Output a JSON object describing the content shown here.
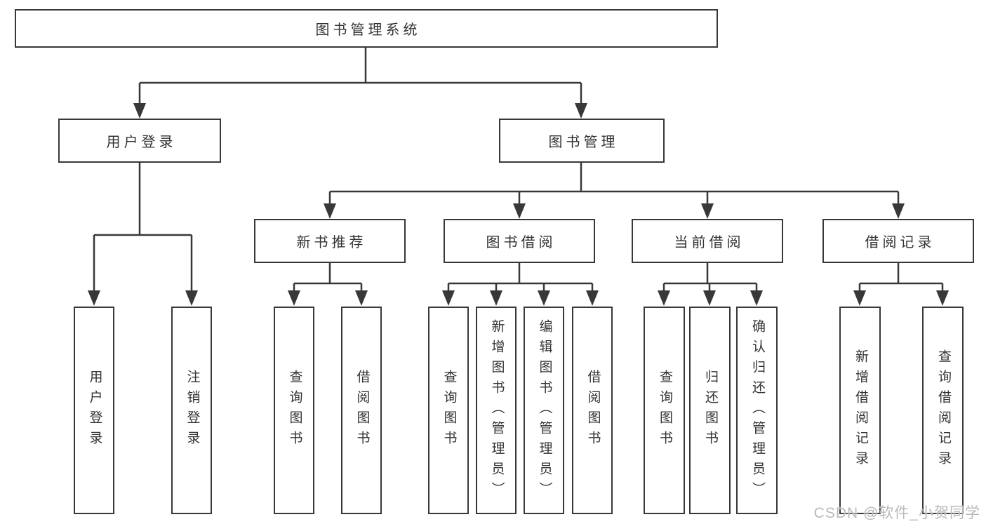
{
  "watermark": "CSDN @软件_小贺同学",
  "colors": {
    "line": "#383838",
    "text": "#333333",
    "watermark": "#b9b9b9",
    "background": "#ffffff"
  },
  "diagram": {
    "type": "hierarchy-flowchart",
    "root": {
      "label": "图书管理系统"
    },
    "user_branch": {
      "label": "用户登录",
      "children": [
        {
          "label": "用户登录"
        },
        {
          "label": "注销登录"
        }
      ]
    },
    "book_branch": {
      "label": "图书管理",
      "sections": [
        {
          "label": "新书推荐",
          "children": [
            {
              "label": "查询图书"
            },
            {
              "label": "借阅图书"
            }
          ]
        },
        {
          "label": "图书借阅",
          "children": [
            {
              "label": "查询图书"
            },
            {
              "label": "新增图书（管理员）"
            },
            {
              "label": "编辑图书（管理员）"
            },
            {
              "label": "借阅图书"
            }
          ]
        },
        {
          "label": "当前借阅",
          "children": [
            {
              "label": "查询图书"
            },
            {
              "label": "归还图书"
            },
            {
              "label": "确认归还（管理员）"
            }
          ]
        },
        {
          "label": "借阅记录",
          "children": [
            {
              "label": "新增借阅记录"
            },
            {
              "label": "查询借阅记录"
            }
          ]
        }
      ]
    }
  }
}
